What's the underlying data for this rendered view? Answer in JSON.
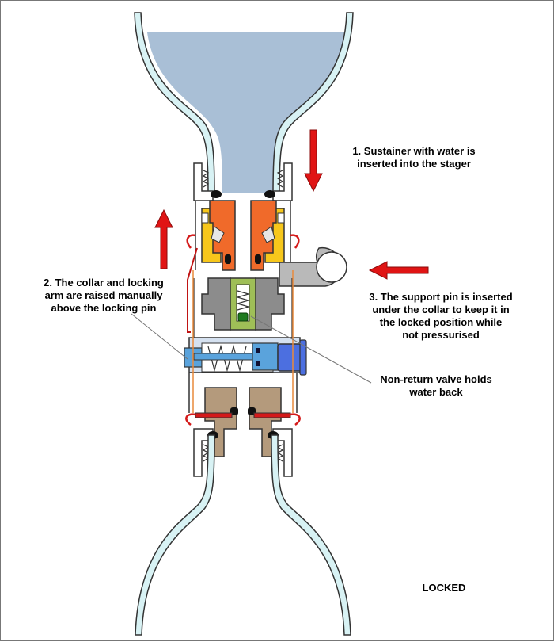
{
  "labels": {
    "step1_line1": "1. Sustainer with water is",
    "step1_line2": "inserted into the stager",
    "step2_line1": "2. The collar and locking",
    "step2_line2": "arm are raised manually",
    "step2_line3": "above the locking pin",
    "step3_line1": "3. The support pin is inserted",
    "step3_line2": "under the collar to keep it in",
    "step3_line3": "the locked position while",
    "step3_line4": "not pressurised",
    "valve_line1": "Non-return valve holds",
    "valve_line2": "water back",
    "state": "LOCKED"
  },
  "colors": {
    "water": "#a9bfd6",
    "bottle_wall": "#d8f2f4",
    "collar_orange": "#f06a2a",
    "collar_yellow": "#f7c71b",
    "body_gray": "#8c8c8c",
    "valve_green": "#9fbf57",
    "pin_blue": "#5aa3dc",
    "button_blue": "#4c6fe0",
    "base_brown": "#b49a7c",
    "arrow_red": "#e01414"
  }
}
